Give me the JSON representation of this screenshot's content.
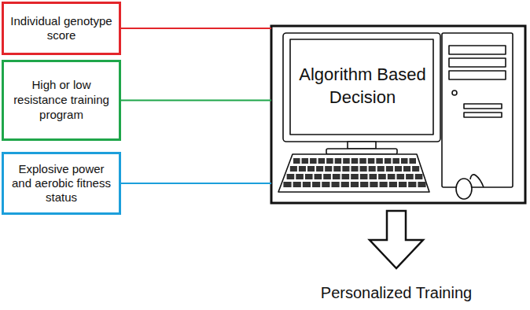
{
  "diagram": {
    "nodes": [
      {
        "text": [
          "Individual genotype score"
        ]
      },
      {
        "text": [
          "High or low resistance training program"
        ]
      },
      {
        "text": [
          "Explosive power and aerobic fitness status"
        ]
      },
      {
        "text": [
          "Algorithm Based Decision"
        ]
      }
    ],
    "edges": [
      {
        "from": 0,
        "to": 3,
        "arrow": "none"
      },
      {
        "from": 1,
        "to": 3,
        "arrow": "none"
      },
      {
        "from": 2,
        "to": 3,
        "arrow": "none"
      }
    ],
    "labels": [
      "Personalized Training"
    ]
  }
}
